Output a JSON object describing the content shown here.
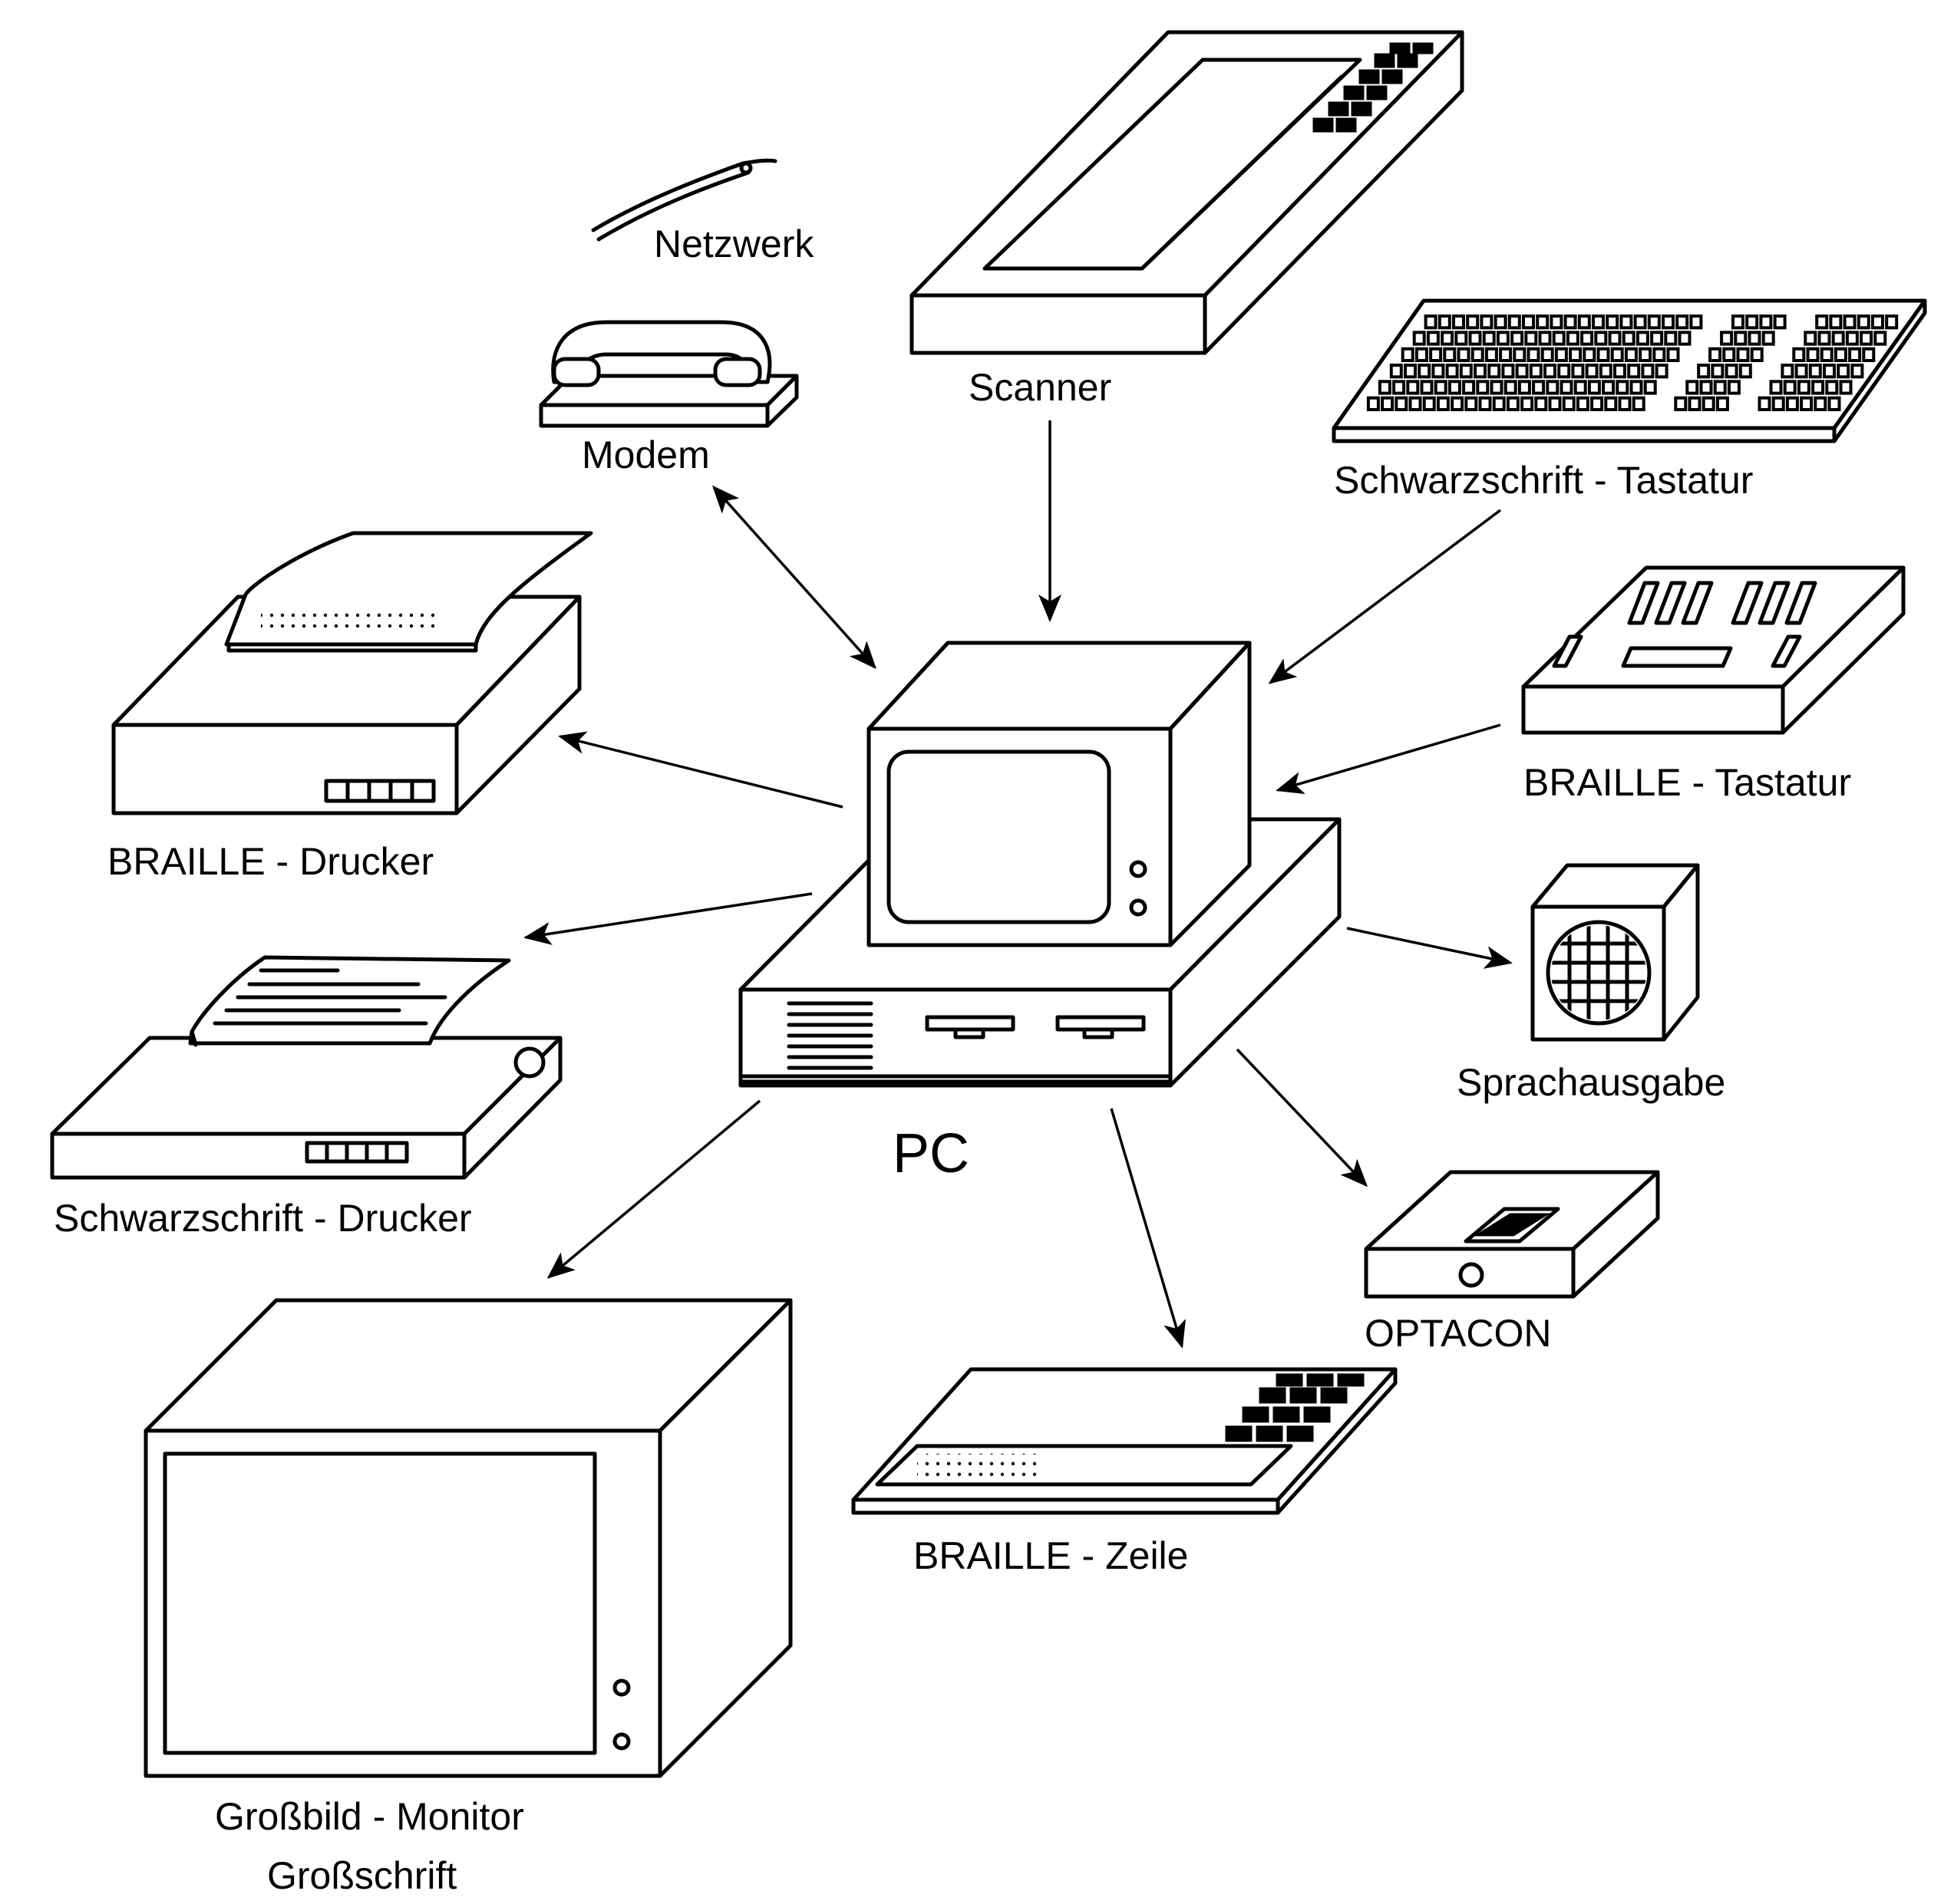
{
  "diagram": {
    "center": {
      "label": "PC"
    },
    "devices": {
      "netzwerk": "Netzwerk",
      "modem": "Modem",
      "scanner": "Scanner",
      "schwarzschrift_tastatur": "Schwarzschrift - Tastatur",
      "braille_tastatur": "BRAILLE - Tastatur",
      "braille_drucker": "BRAILLE - Drucker",
      "sprachausgabe": "Sprachausgabe",
      "schwarzschrift_drucker": "Schwarzschrift - Drucker",
      "optacon": "OPTACON",
      "braille_zeile": "BRAILLE - Zeile",
      "grossbild_monitor": [
        "Großbild - Monitor",
        "Großschrift"
      ]
    },
    "connections": [
      {
        "device": "Modem",
        "direction": "bidirectional"
      },
      {
        "device": "Scanner",
        "direction": "input"
      },
      {
        "device": "Schwarzschrift - Tastatur",
        "direction": "input"
      },
      {
        "device": "BRAILLE - Tastatur",
        "direction": "input"
      },
      {
        "device": "BRAILLE - Drucker",
        "direction": "output"
      },
      {
        "device": "Schwarzschrift - Drucker",
        "direction": "output"
      },
      {
        "device": "Sprachausgabe",
        "direction": "output"
      },
      {
        "device": "OPTACON",
        "direction": "output"
      },
      {
        "device": "BRAILLE - Zeile",
        "direction": "output"
      },
      {
        "device": "Großbild - Monitor",
        "direction": "output"
      }
    ],
    "colors": {
      "line": "#000000",
      "background": "#ffffff"
    }
  }
}
